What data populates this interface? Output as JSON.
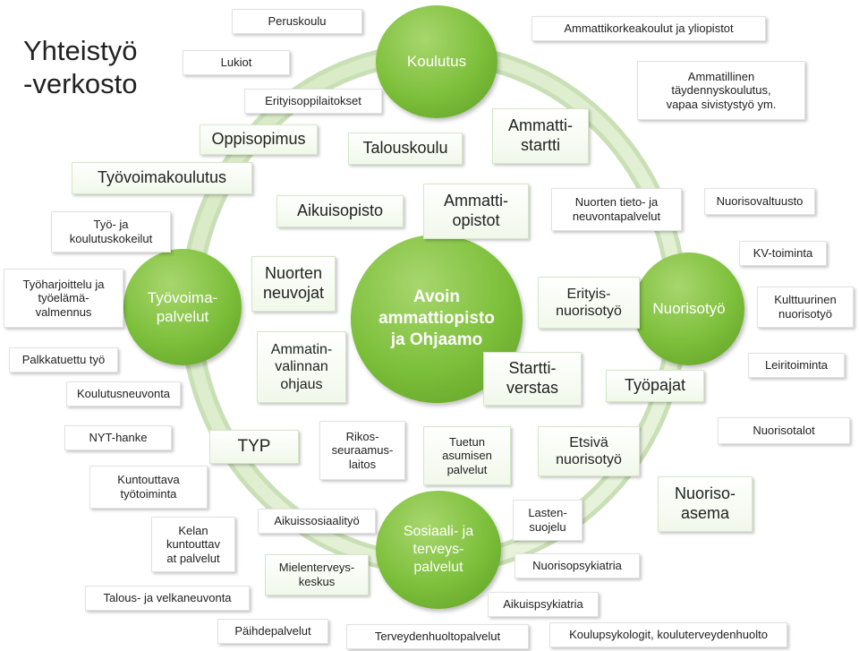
{
  "title_line1": "Yhteistyö",
  "title_line2": "-verkosto",
  "hubs": {
    "koulutus": "Koulutus",
    "tyovoimapalvelut": "Työvoima-\npalvelut",
    "center": "Avoin\nammattiopisto\nja Ohjaamo",
    "nuorisotyo": "Nuorisotyö",
    "sosiaali": "Sosiaali- ja\nterveys-\npalvelut"
  },
  "labels": {
    "peruskoulu": "Peruskoulu",
    "lukiot": "Lukiot",
    "erityisoppilaitokset": "Erityisoppilaitokset",
    "ammattikorkeakoulut": "Ammattikorkeakoulut ja yliopistot",
    "ammatillinen": "Ammatillinen\ntäydennyskoulutus,\nvapaa sivistystyö ym.",
    "oppisopimus": "Oppisopimus",
    "talouskoulu": "Talouskoulu",
    "ammattistartti": "Ammatti-\nstartti",
    "tyovoimakoulutus": "Työvoimakoulutus",
    "aikuisopisto": "Aikuisopisto",
    "ammattiopistot": "Ammatti-\nopistot",
    "nuorten_tieto": "Nuorten tieto- ja\nneuvontapalvelut",
    "nuorisovaltuusto": "Nuorisovaltuusto",
    "tyo_ja_koulutus": "Työ- ja\nkoulutuskokeilut",
    "kv_toiminta": "KV-toiminta",
    "tyoharjoittelu": "Työharjoittelu ja\ntyöelämä-\nvalmennus",
    "nuorten_neuvojat": "Nuorten\nneuvojat",
    "erityisnuorisotyo": "Erityis-\nnuorisotyö",
    "kulttuurinen": "Kulttuurinen\nnuorisotyö",
    "palkkatuettu": "Palkkatuettu työ",
    "ammatinvalinnan": "Ammatin-\nvalinnan\nohjaus",
    "starttiverstas": "Startti-\nverstas",
    "leiritoiminta": "Leiritoiminta",
    "koulutusneuvonta": "Koulutusneuvonta",
    "tyopajat": "Työpajat",
    "nyt_hanke": "NYT-hanke",
    "typ": "TYP",
    "rikos": "Rikos-\nseuraamus-\nlaitos",
    "tuetun": "Tuetun\nasumisen\npalvelut",
    "etsiva": "Etsivä\nnuorisotyö",
    "nuorisotalot": "Nuorisotalot",
    "kuntouttava": "Kuntouttava\ntyötoiminta",
    "nuorisoasema": "Nuoriso-\nasema",
    "lastensuojelu": "Lasten-\nsuojelu",
    "aikuissosiaalityo": "Aikuissosiaalityö",
    "kelan": "Kelan\nkuntouttav\nat palvelut",
    "mielenterveys": "Mielenterveys-\nkeskus",
    "nuorisopsykiatria": "Nuorisopsykiatria",
    "talous_velka": "Talous- ja velkaneuvonta",
    "aikuispsykiatria": "Aikuispsykiatria",
    "paihdepalvelut": "Päihdepalvelut",
    "terveydenhuolto": "Terveydenhuoltopalvelut",
    "koulupsykologit": "Koulupsykologit, kouluterveydenhuolto"
  }
}
